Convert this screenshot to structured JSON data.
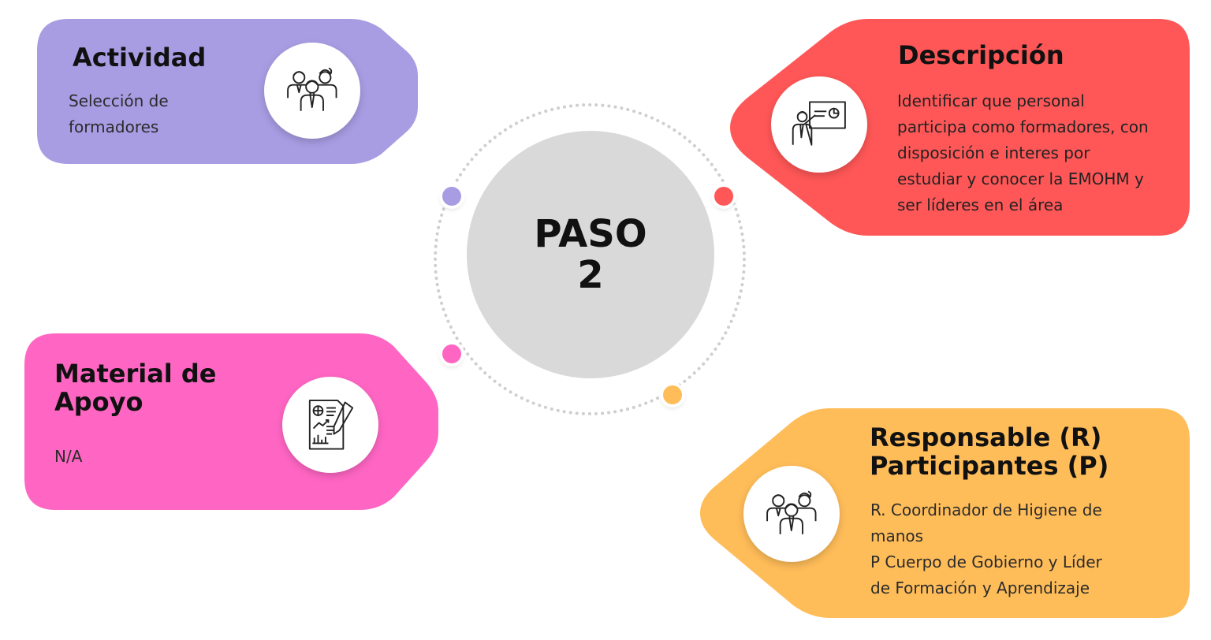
{
  "center": {
    "line1": "PASO",
    "line2": "2"
  },
  "cards": {
    "actividad": {
      "title": "Actividad",
      "body": [
        "Selección de",
        "formadores"
      ],
      "color": "#a89de3",
      "icon": "team-icon"
    },
    "descripcion": {
      "title": "Descripción",
      "body": [
        "Identificar que personal",
        "participa como formadores, con",
        "disposición e interes por",
        "estudiar y conocer la EMOHM y",
        "ser líderes en el área"
      ],
      "color": "#ff5757",
      "icon": "presentation-icon"
    },
    "material": {
      "title_lines": [
        "Material de",
        "Apoyo"
      ],
      "body": [
        "N/A"
      ],
      "color": "#ff66c4",
      "icon": "report-icon"
    },
    "responsable": {
      "title_lines": [
        "Responsable (R)",
        "Participantes (P)"
      ],
      "body": [
        "R. Coordinador de Higiene de",
        "manos",
        "P  Cuerpo de Gobierno y Líder",
        "de Formación y Aprendizaje"
      ],
      "color": "#ffbd59",
      "icon": "team-icon"
    }
  },
  "dots": {
    "purple": "#a89de3",
    "red": "#ff5757",
    "pink": "#ff66c4",
    "yellow": "#ffbd59"
  },
  "ring_color": "#cfcfcf"
}
